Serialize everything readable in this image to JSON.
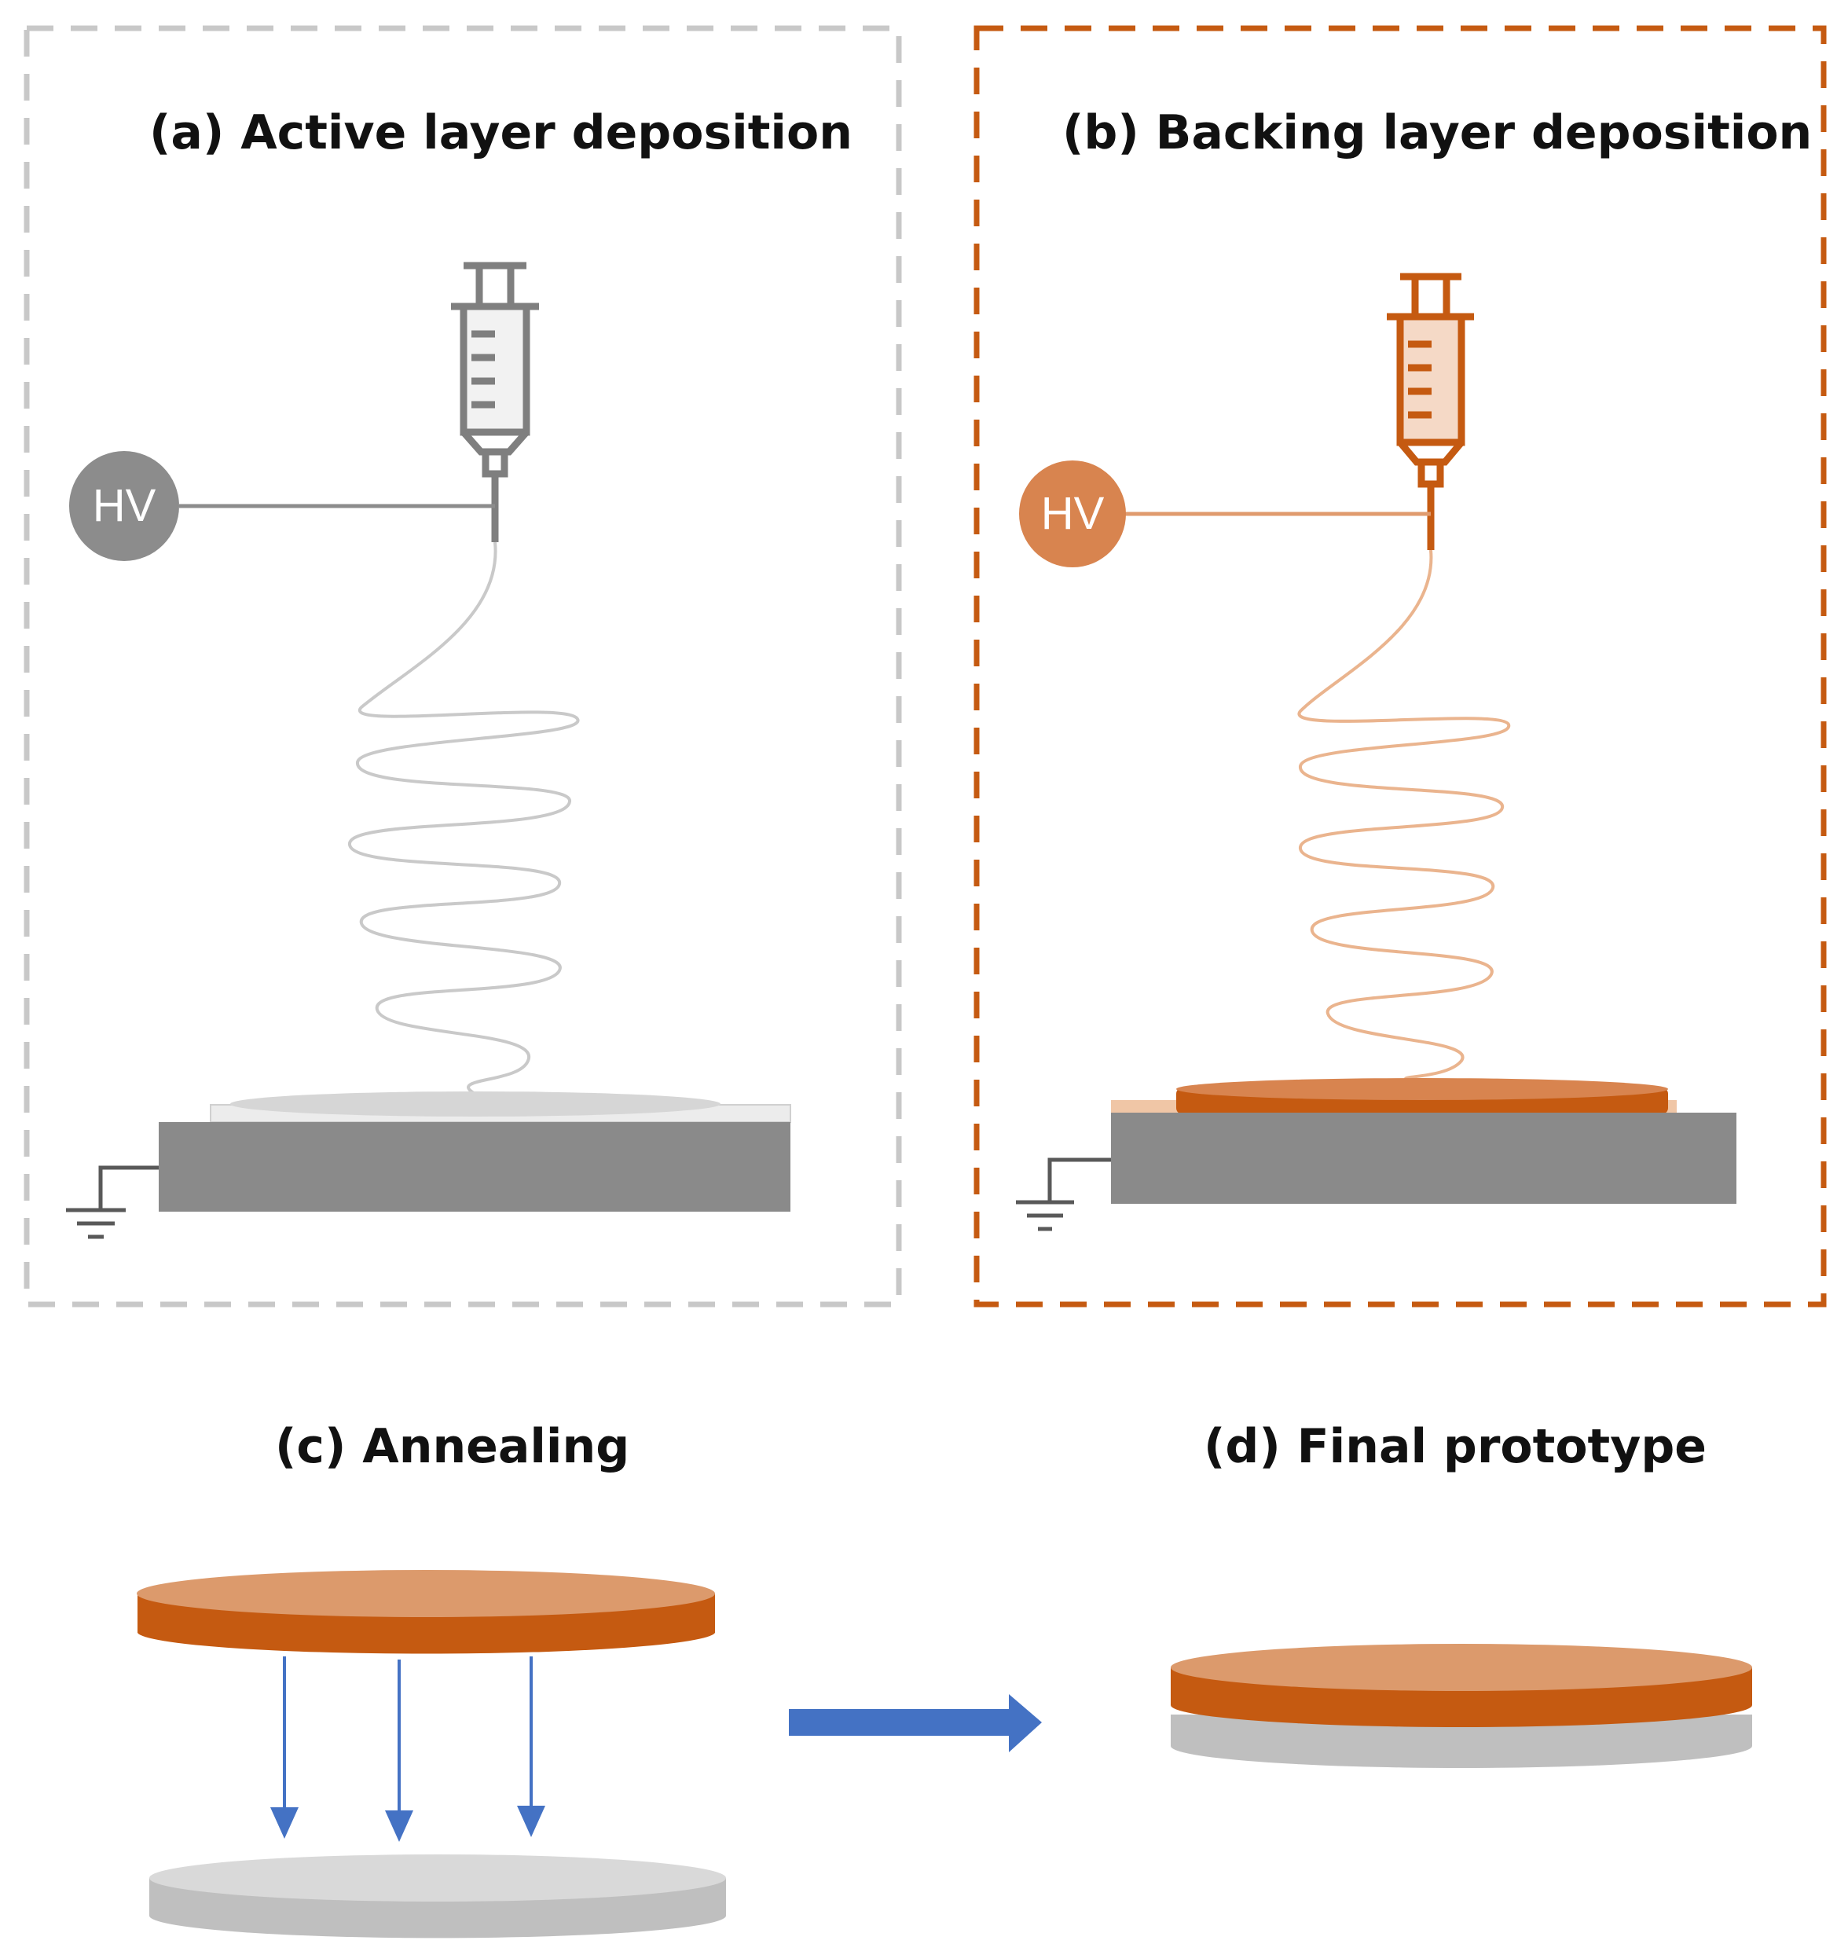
{
  "panels": {
    "a": {
      "title": "(a) Active layer deposition",
      "hv": "HV"
    },
    "b": {
      "title": "(b) Backing layer deposition",
      "hv": "HV"
    },
    "c": {
      "title": "(c) Annealing"
    },
    "d": {
      "title": "(d) Final prototype"
    }
  },
  "colors": {
    "gray_accent": "#8c8c8c",
    "orange_accent": "#c55a11",
    "orange_light": "#e09b6e",
    "blue_arrow": "#4472c4",
    "dark_plate": "#8a8a8a",
    "light_disc": "#d6d6d6"
  }
}
